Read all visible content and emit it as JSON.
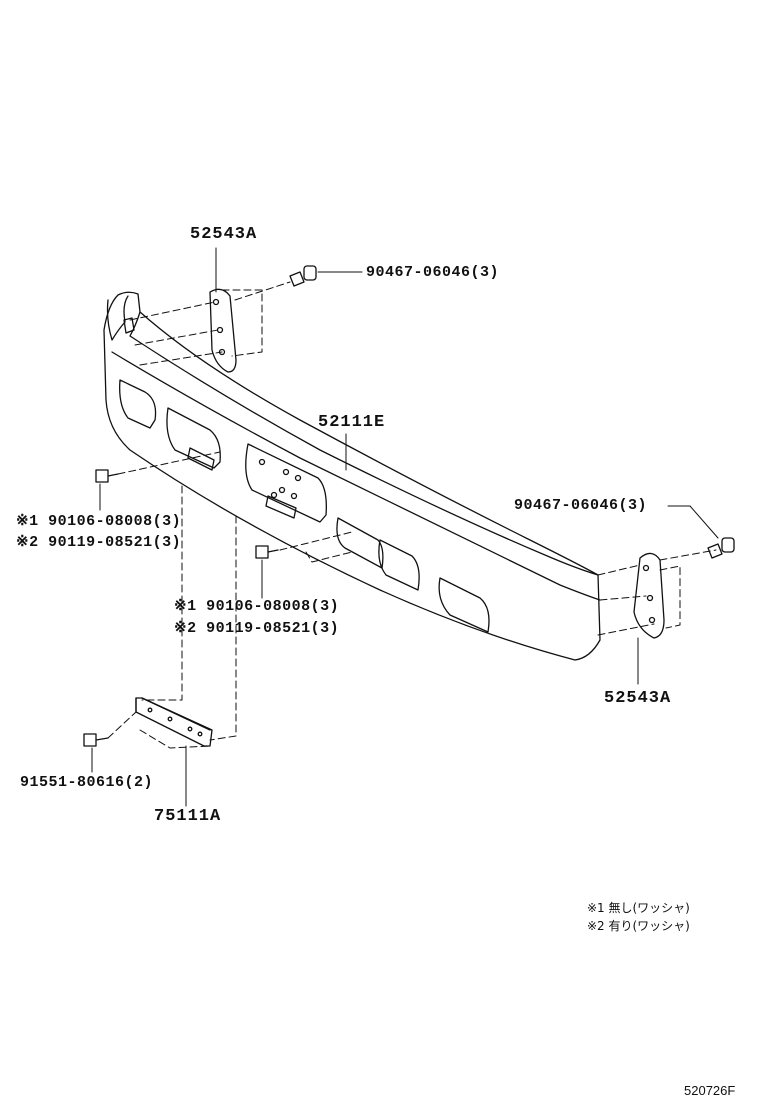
{
  "labels": {
    "bracket_top": "52543A",
    "clip_top": "90467-06046(3)",
    "bumper": "52111E",
    "clip_right": "90467-06046(3)",
    "bolt_left_1": "※1 90106-08008(3)",
    "bolt_left_2": "※2 90119-08521(3)",
    "bolt_mid_1": "※1 90106-08008(3)",
    "bolt_mid_2": "※2 90119-08521(3)",
    "bracket_right": "52543A",
    "screw_plate": "91551-80616(2)",
    "plate": "75111A"
  },
  "notes": {
    "note1": "※1 無し(ワッシャ)",
    "note2": "※2 有り(ワッシャ)"
  },
  "figure_code": "520726F"
}
